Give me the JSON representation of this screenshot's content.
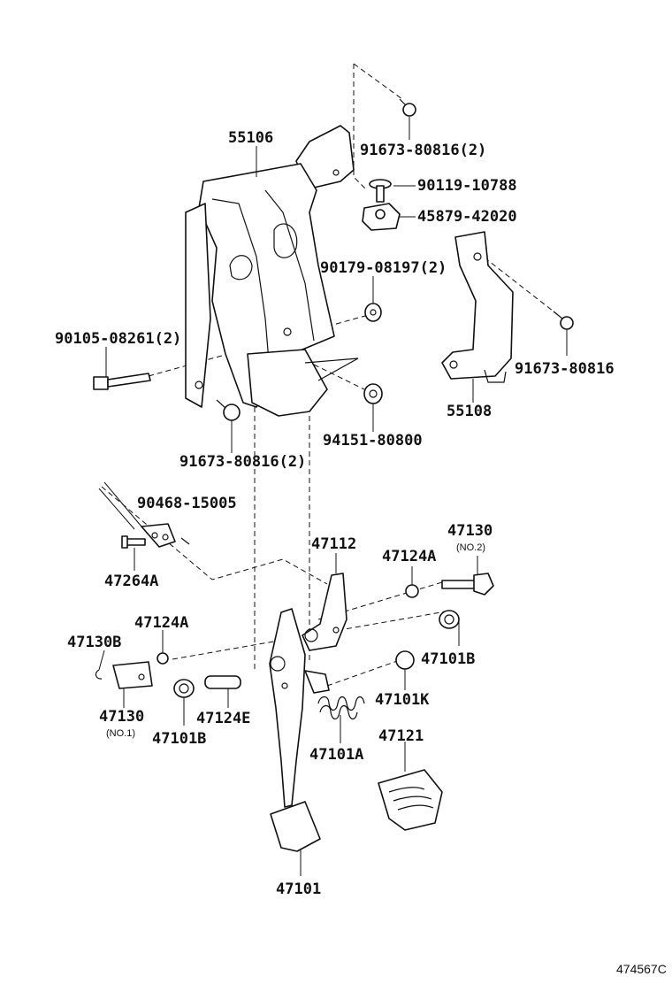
{
  "diagram_code": "474567C",
  "labels": {
    "p55106": "55106",
    "p91673_80816_2_top": "91673-80816(2)",
    "p90119_10788": "90119-10788",
    "p45879_42020": "45879-42020",
    "p90179_08197_2": "90179-08197(2)",
    "p90105_08261_2": "90105-08261(2)",
    "p91673_80816_right": "91673-80816",
    "p55108": "55108",
    "p94151_80800": "94151-80800",
    "p91673_80816_2_bottom": "91673-80816(2)",
    "p90468_15005": "90468-15005",
    "p47264A": "47264A",
    "p47112": "47112",
    "p47124A_right": "47124A",
    "p47130_no2": "47130",
    "p47130_no2_sub": "(NO.2)",
    "p47124A_left": "47124A",
    "p47130B": "47130B",
    "p47101B_right": "47101B",
    "p47101K": "47101K",
    "p47130_no1": "47130",
    "p47130_no1_sub": "(NO.1)",
    "p47101B_left": "47101B",
    "p47124E": "47124E",
    "p47121": "47121",
    "p47101A": "47101A",
    "p47101": "47101"
  }
}
